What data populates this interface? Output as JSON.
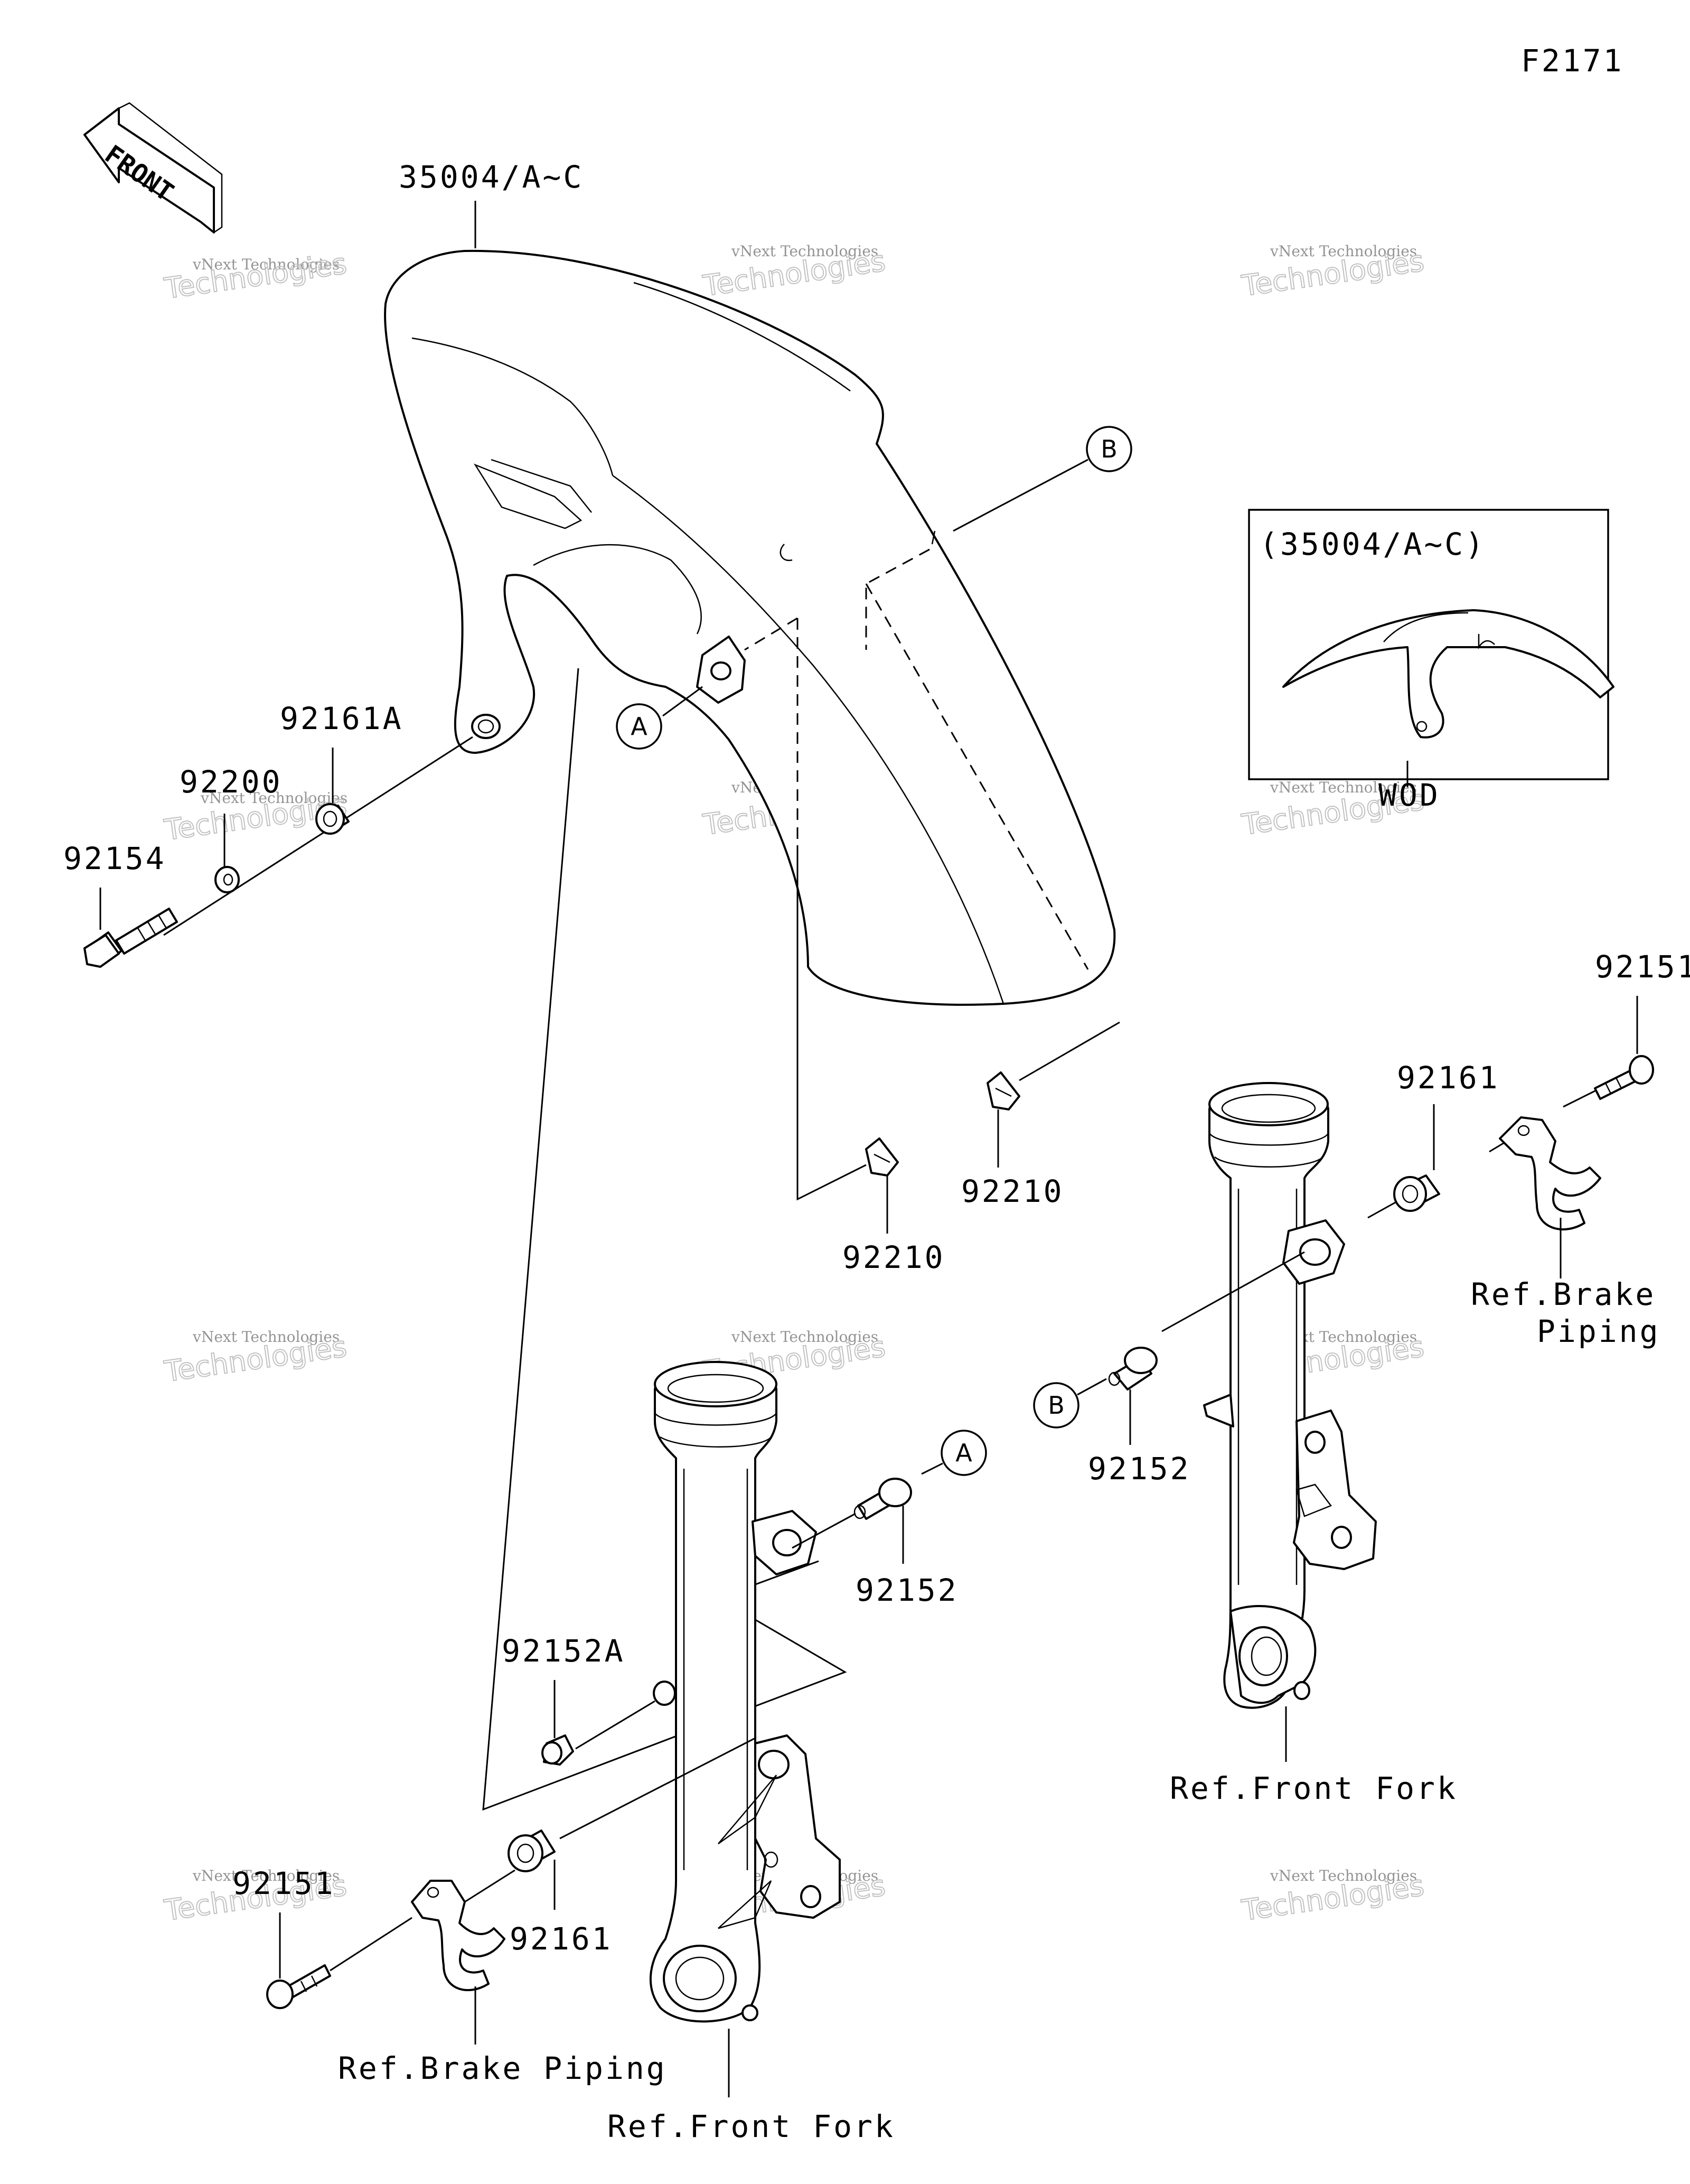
{
  "figure_code": "F2171",
  "front_arrow": {
    "text": "FRONT",
    "icon": "front-direction-arrow-icon"
  },
  "callouts": {
    "fender": "35004/A~C",
    "bolt_left": "92154",
    "washer_left": "92200",
    "collar_left": "92161A",
    "nut_a": "92210",
    "nut_b": "92210",
    "collar_right": "92161",
    "bolt_right": "92151",
    "bolt_b": "92152",
    "bolt_a": "92152",
    "grommet": "92152A",
    "collar_lower": "92161",
    "bolt_lower": "92151"
  },
  "refs": {
    "brake_piping_right_1": "Ref.Brake",
    "brake_piping_right_2": "Piping",
    "front_fork_right": "Ref.Front Fork",
    "brake_piping_lower": "Ref.Brake Piping",
    "front_fork_lower": "Ref.Front Fork"
  },
  "markers": {
    "a": "A",
    "b": "B"
  },
  "inset": {
    "title": "(35004/A~C)",
    "note": "WOD"
  },
  "watermark": {
    "line1": "vNext Technologies",
    "line2": "Technologies",
    "top": "vNext"
  }
}
